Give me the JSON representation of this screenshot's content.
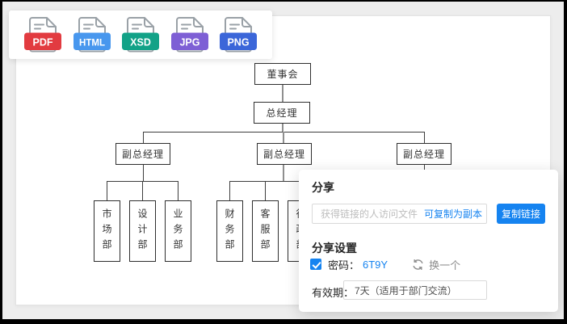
{
  "toolbar": {
    "formats": [
      {
        "icon": "pdf-file-icon",
        "label": "PDF",
        "color": "#e23b40"
      },
      {
        "icon": "html-file-icon",
        "label": "HTML",
        "color": "#4897ee"
      },
      {
        "icon": "xsd-file-icon",
        "label": "XSD",
        "color": "#12a287"
      },
      {
        "icon": "jpg-file-icon",
        "label": "JPG",
        "color": "#7e5fd5"
      },
      {
        "icon": "png-file-icon",
        "label": "PNG",
        "color": "#3b66d9"
      }
    ]
  },
  "org_chart": {
    "nodes": {
      "board": "董事会",
      "gm": "总经理",
      "vp1": "副总经理",
      "vp2": "副总经理",
      "vp3": "副总经理",
      "dept1": "市场部",
      "dept2": "设计部",
      "dept3": "业务部",
      "dept4": "财务部",
      "dept5": "客服部",
      "dept6": "行政部"
    },
    "structure": {
      "board": [
        "gm"
      ],
      "gm": [
        "vp1",
        "vp2",
        "vp3"
      ],
      "vp1": [
        "dept1",
        "dept2",
        "dept3"
      ],
      "vp2": [
        "dept4",
        "dept5",
        "dept6"
      ]
    }
  },
  "share_dialog": {
    "title": "分享",
    "link_input": {
      "placeholder": "获得链接的人访问文件",
      "link_text": "可复制为副本"
    },
    "copy_button": "复制链接",
    "settings_title": "分享设置",
    "password": {
      "checked": true,
      "label": "密码：",
      "value": "6T9Y",
      "refresh_icon": "refresh-icon",
      "change_label": "换一个"
    },
    "validity": {
      "label": "有效期：",
      "value": "7天（适用于部门交流）"
    },
    "accent_color": "#1583f0"
  }
}
